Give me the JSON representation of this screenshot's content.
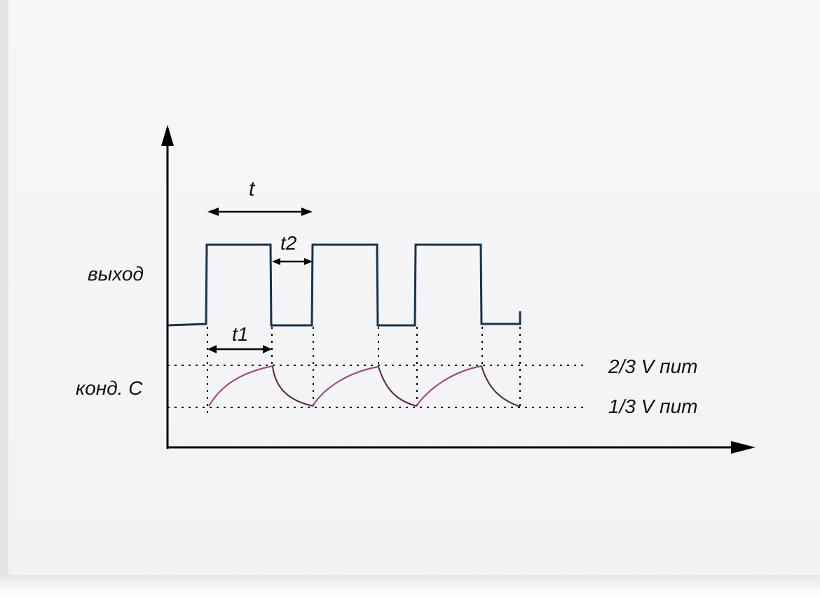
{
  "diagram": {
    "labels": {
      "output": "выход",
      "capacitor": "конд. С",
      "period": "t",
      "t1": "t1",
      "t2": "t2",
      "upper_threshold": "2/3 V пит",
      "lower_threshold": "1/3 V пит"
    },
    "colors": {
      "axis": "#000000",
      "output_wave": "#17324d",
      "capacitor_wave": "#9a4f7b",
      "guide_lines": "#000000",
      "paper": "#f4f4f6"
    }
  }
}
